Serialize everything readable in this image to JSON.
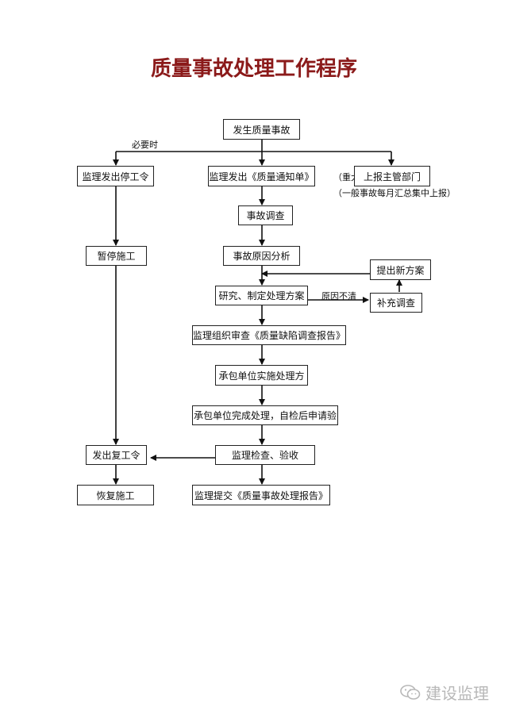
{
  "title": "质量事故处理工作程序",
  "nodes": {
    "occur": "发生质量事故",
    "stop_order": "监理发出停工令",
    "notice": "监理发出《质量通知单》",
    "report": "上报主管部门",
    "investigate": "事故调查",
    "pause": "暂停施工",
    "cause": "事故原因分析",
    "new_plan": "提出新方案",
    "plan": "研究、制定处理方案",
    "supp": "补充调查",
    "review": "监理组织审查《质量缺陷调查报告》",
    "implement": "承包单位实施处理方",
    "complete": "承包单位完成处理，自检后申请验",
    "check": "监理检查、验收",
    "resume_order": "发出复工令",
    "resume": "恢复施工",
    "final_report": "监理提交《质量事故处理报告》"
  },
  "labels": {
    "necessary": "必要时",
    "major": "（重大",
    "monthly": "（一般事故每月汇总集中上报）",
    "unclear": "原因不清"
  },
  "watermark": "建设监理"
}
